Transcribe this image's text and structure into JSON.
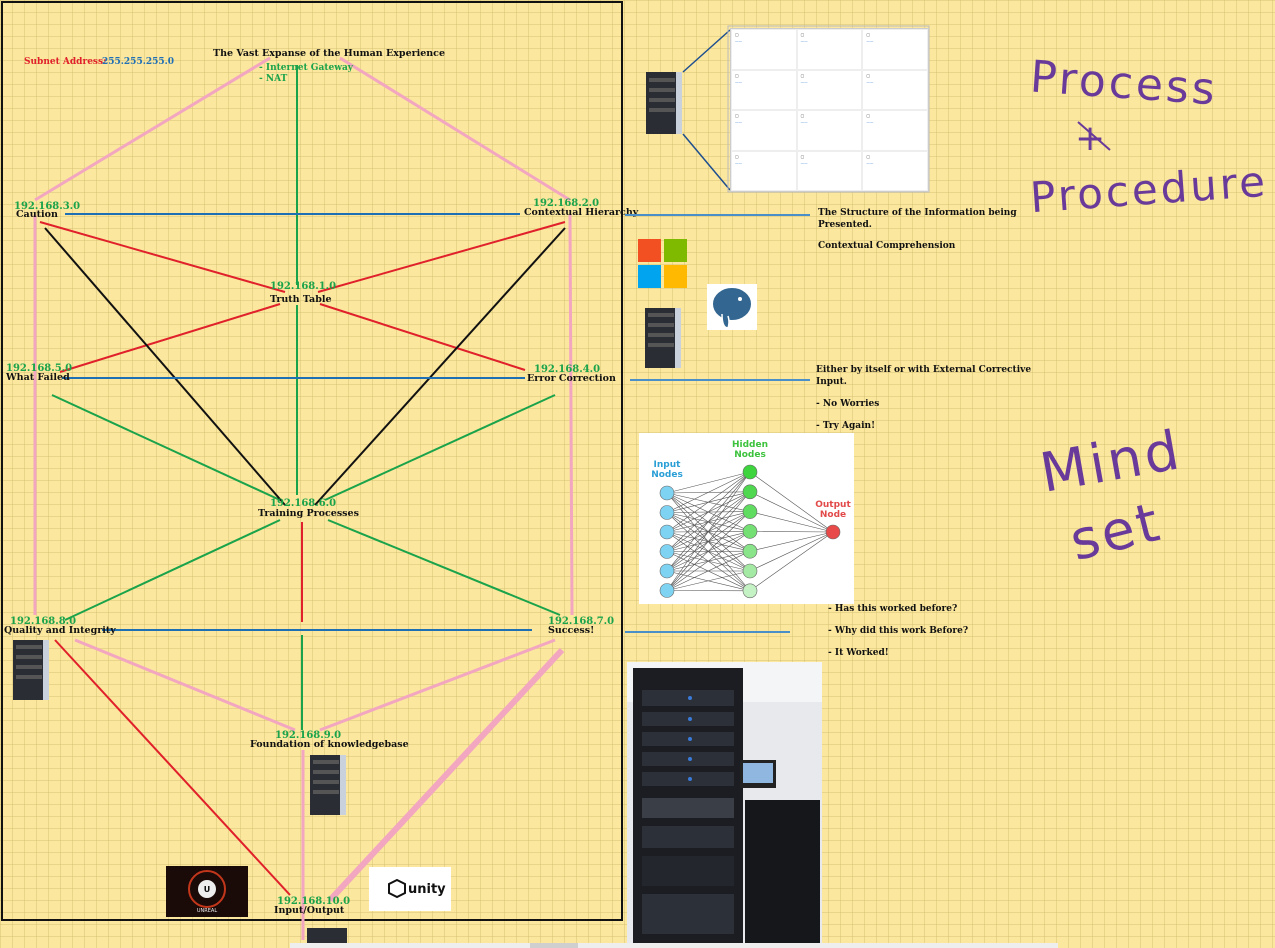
{
  "subnet": {
    "label": "Subnet Address:",
    "value": "255.255.255.0"
  },
  "top": {
    "title": "The Vast Expanse of the Human Experience",
    "items": [
      "- Internet Gateway",
      "- NAT"
    ]
  },
  "nodes": [
    {
      "ip": "192.168.3.0",
      "name": "Caution"
    },
    {
      "ip": "192.168.2.0",
      "name": "Contextual Hierarchy"
    },
    {
      "ip": "192.168.1.0",
      "name": "Truth Table"
    },
    {
      "ip": "192.168.5.0",
      "name": "What Failed"
    },
    {
      "ip": "192.168.4.0",
      "name": "Error Correction"
    },
    {
      "ip": "192.168.6.0",
      "name": "Training Processes"
    },
    {
      "ip": "192.168.8.0",
      "name": "Quality and Integrity"
    },
    {
      "ip": "192.168.7.0",
      "name": "Success!"
    },
    {
      "ip": "192.168.9.0",
      "name": "Foundation of knowledgebase"
    },
    {
      "ip": "192.168.10.0",
      "name": "Input/Output"
    }
  ],
  "notes": {
    "structure": [
      "The Structure of the Information being",
      "Presented."
    ],
    "contextual": "Contextual Comprehension",
    "mindset_top": [
      "Either by itself or with External Corrective",
      "Input.",
      "",
      "- No Worries",
      "",
      "- Try Again!"
    ],
    "mindset_bottom": [
      "- Has this worked before?",
      "",
      "- Why did this work Before?",
      "",
      "- It Worked!"
    ]
  },
  "handwriting": {
    "process": "Process",
    "plus": "+",
    "procedure": "Procedure",
    "mind": "Mind",
    "set": "set"
  },
  "neural_net": {
    "input_label": [
      "Input",
      "Nodes"
    ],
    "hidden_label": [
      "Hidden",
      "Nodes"
    ],
    "output_label": [
      "Output",
      "Node"
    ]
  },
  "logos": {
    "unity": "unity",
    "unreal": "UNREAL"
  },
  "colors": {
    "green": "#1aa34a",
    "red": "#e0202a",
    "blue": "#1f6fb5",
    "pink": "#f2a6c0",
    "black": "#111111"
  }
}
